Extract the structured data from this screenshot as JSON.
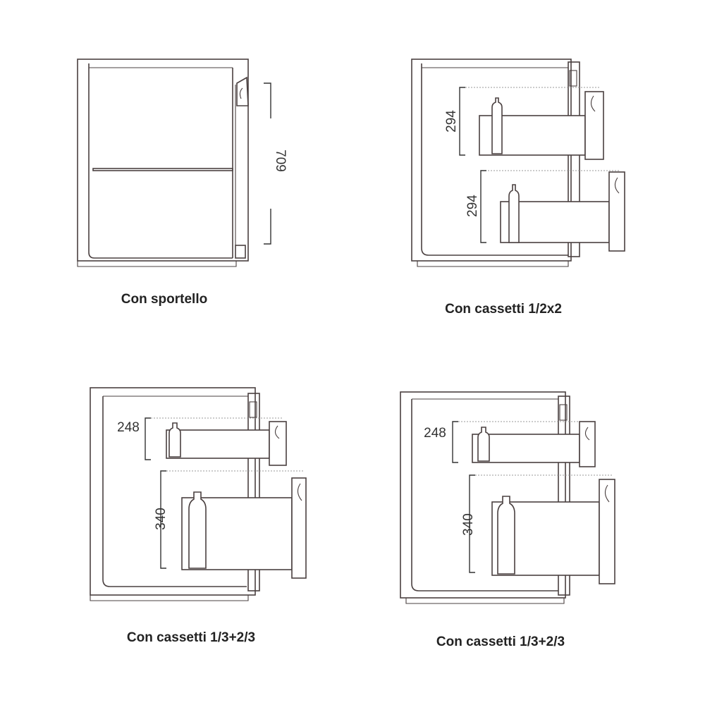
{
  "diagrams": [
    {
      "caption": "Con sportello",
      "dimensions": [
        "709"
      ]
    },
    {
      "caption": "Con cassetti 1/2x2",
      "dimensions": [
        "294",
        "294"
      ]
    },
    {
      "caption": "Con cassetti 1/3+2/3",
      "dimensions": [
        "248",
        "340"
      ]
    },
    {
      "caption": "Con cassetti 1/3+2/3",
      "dimensions": [
        "248",
        "340"
      ]
    }
  ],
  "colors": {
    "line": "#4a4040",
    "text": "#222222",
    "dotted": "#999999"
  }
}
